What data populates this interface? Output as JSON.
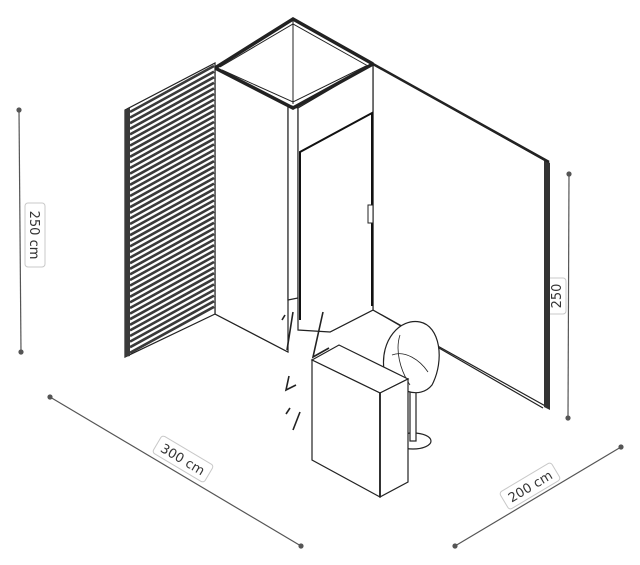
{
  "colors": {
    "line": "#222222",
    "dimension": "#555555",
    "panel_fill": "#ffffff",
    "slat_dark": "#3a3a3a"
  },
  "dimensions": {
    "height_left": "250 cm",
    "height_right": "250",
    "width_front": "300 cm",
    "depth_right": "200 cm"
  }
}
